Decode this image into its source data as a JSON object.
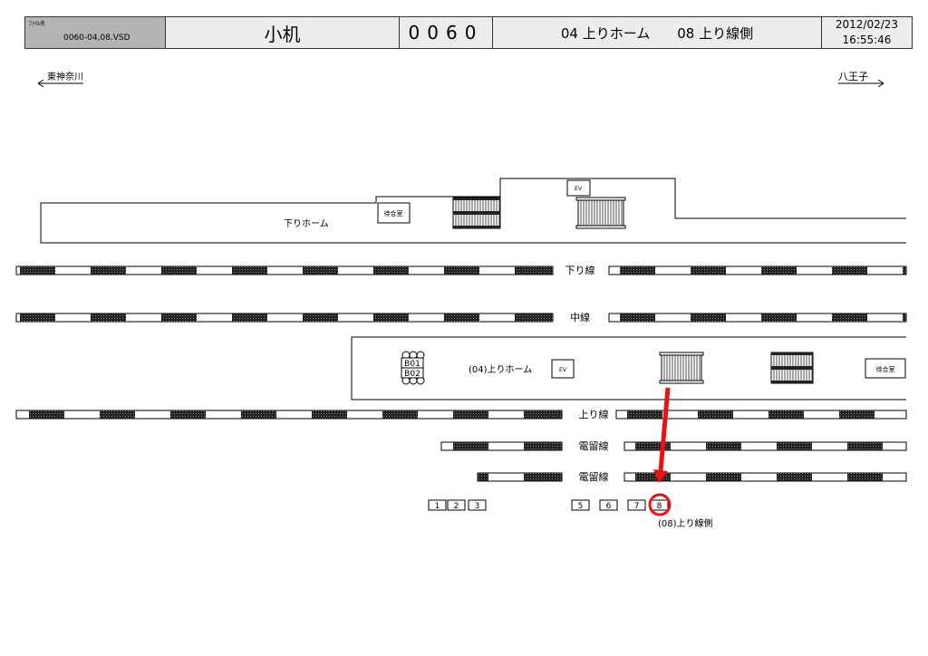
{
  "header": {
    "file_label": "ﾌｧｲﾙ名",
    "file_name": "0060-04,08.VSD",
    "station": "小机",
    "code": "0060",
    "platform": "04 上りホーム　　08 上り線側",
    "date": "2012/02/23",
    "time": "16:55:46"
  },
  "directions": {
    "left": "東神奈川",
    "right": "八王子"
  },
  "platforms": {
    "down": "下りホーム",
    "up": "(04)上りホーム",
    "waiting_room": "待合室",
    "ev": "EV",
    "pillars": [
      "B01",
      "B02"
    ]
  },
  "tracks": [
    "下り線",
    "中線",
    "上り線",
    "電留線",
    "電留線"
  ],
  "positions": {
    "numbers": [
      "1",
      "2",
      "3",
      "5",
      "6",
      "7",
      "8"
    ],
    "highlighted": "8",
    "label": "(08)上り線側"
  },
  "colors": {
    "highlight": "#ee1111",
    "header_gray": "#b4b4b4"
  }
}
